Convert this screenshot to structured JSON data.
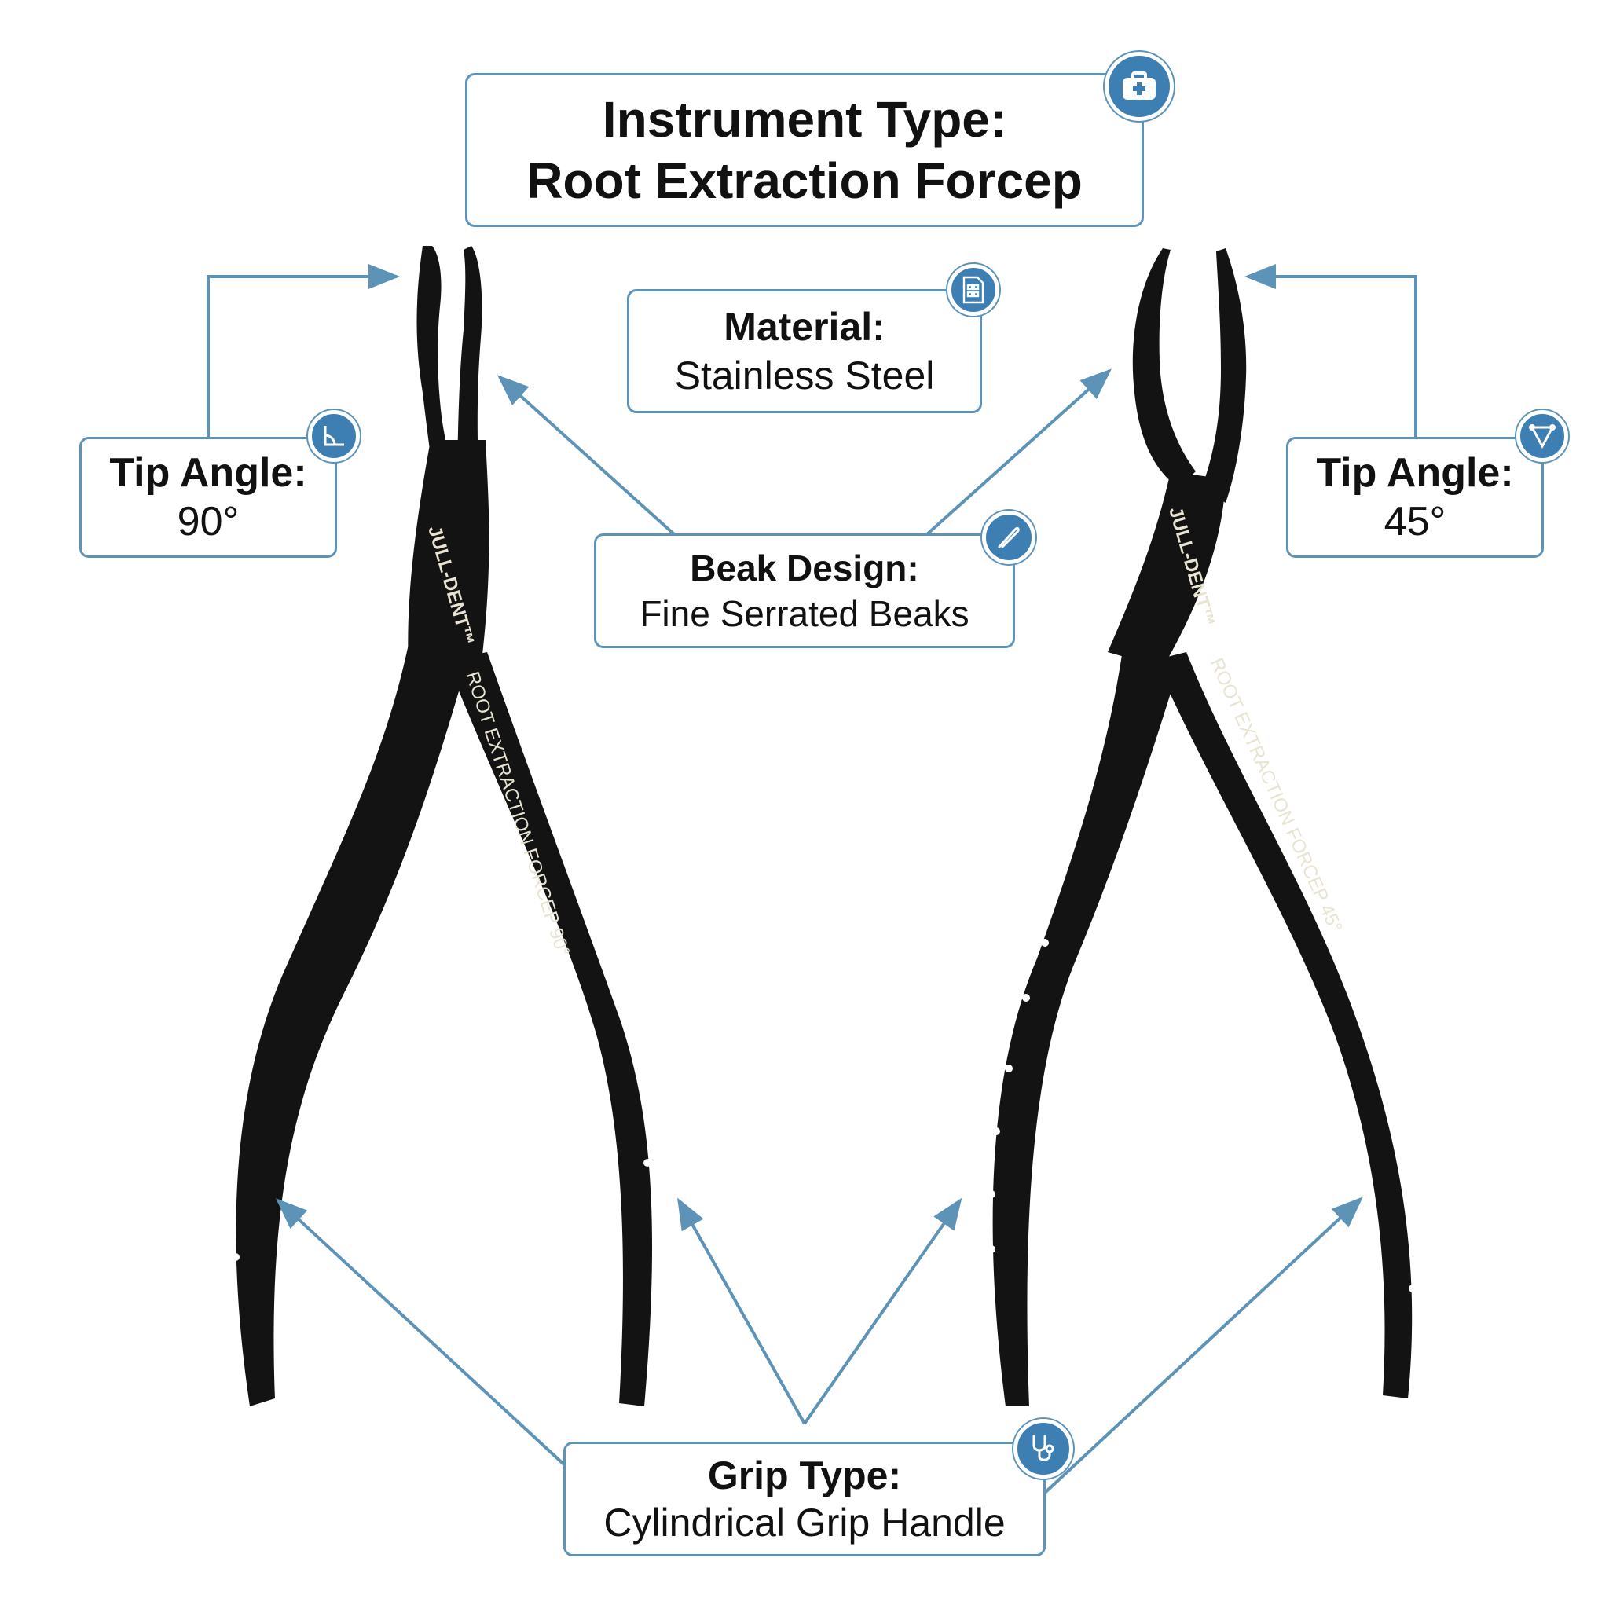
{
  "instrument": {
    "label": "Instrument Type:",
    "value": "Root Extraction Forcep",
    "icon": "medical-kit-icon"
  },
  "material": {
    "label": "Material:",
    "value": "Stainless Steel",
    "icon": "document-grid-icon"
  },
  "beak": {
    "label": "Beak Design:",
    "value": "Fine Serrated Beaks",
    "icon": "forcep-beak-icon"
  },
  "tip_left": {
    "label": "Tip Angle:",
    "value": "90°",
    "icon": "right-angle-icon"
  },
  "tip_right": {
    "label": "Tip Angle:",
    "value": "45°",
    "icon": "triangle-angle-icon"
  },
  "grip": {
    "label": "Grip Type:",
    "value": "Cylindrical Grip Handle",
    "icon": "stethoscope-icon"
  },
  "forcep_left": {
    "brand": "JULL-DENT™",
    "engraving": "ROOT EXTRACTION FORCEP 90°"
  },
  "forcep_right": {
    "brand": "JULL-DENT™",
    "engraving": "ROOT EXTRACTION FORCEP 45°"
  },
  "colors": {
    "accent": "#3d7fb3",
    "line": "#5d93b6",
    "instrument": "#131313",
    "engraving": "#e9e4d2"
  }
}
